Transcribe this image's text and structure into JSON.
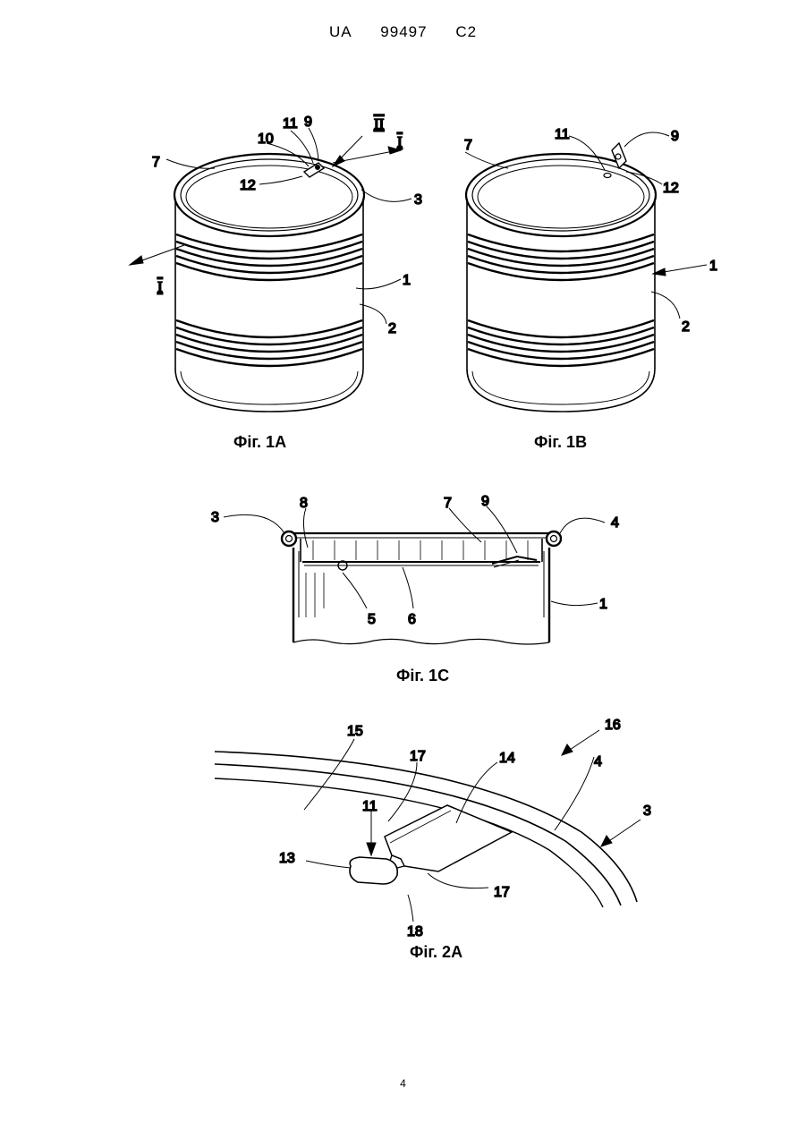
{
  "header": {
    "country": "UA",
    "number": "99497",
    "kind": "C2"
  },
  "page_number": "4",
  "figures": {
    "fig1a": {
      "caption": "Фіг. 1A",
      "labels": {
        "l7": "7",
        "l10": "10",
        "l11": "11",
        "l9": "9",
        "l12": "12",
        "l3": "3",
        "l1": "1",
        "l2": "2",
        "rII": "II",
        "rI_top": "I",
        "rI_left": "I"
      }
    },
    "fig1b": {
      "caption": "Фіг. 1B",
      "labels": {
        "l7": "7",
        "l11": "11",
        "l9": "9",
        "l12": "12",
        "l1": "1",
        "l2": "2"
      }
    },
    "fig1c": {
      "caption": "Фіг. 1C",
      "labels": {
        "l3": "3",
        "l8": "8",
        "l7": "7",
        "l9": "9",
        "l4": "4",
        "l5": "5",
        "l6": "6",
        "l1": "1"
      }
    },
    "fig2a": {
      "caption": "Фіг. 2A",
      "labels": {
        "l15": "15",
        "l17a": "17",
        "l14": "14",
        "l16": "16",
        "l4": "4",
        "l3": "3",
        "l11": "11",
        "l13": "13",
        "l17b": "17",
        "l18": "18"
      }
    }
  }
}
